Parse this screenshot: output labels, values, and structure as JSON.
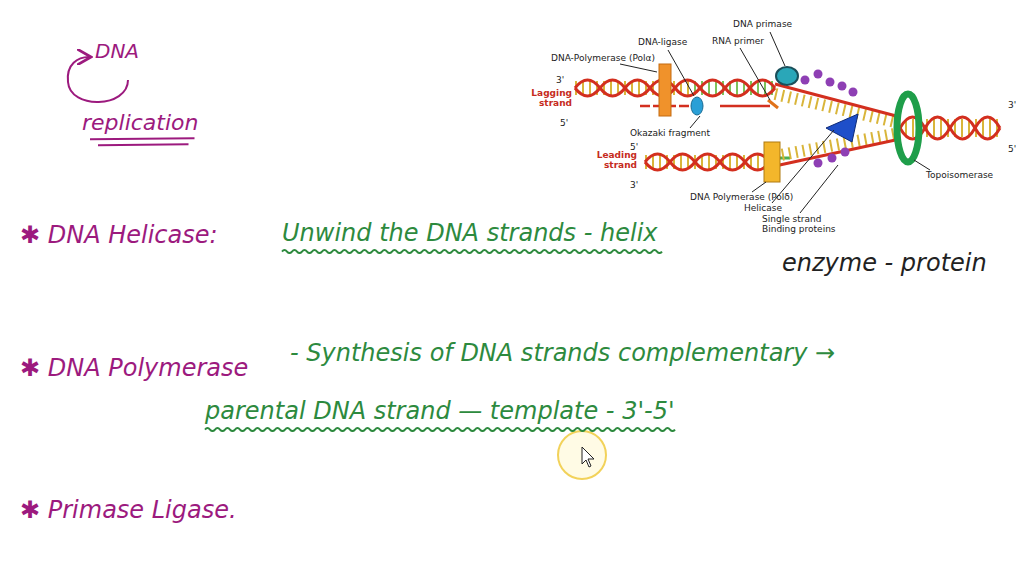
{
  "diagram": {
    "labels": [
      "DNA",
      "replication",
      "DNA primase",
      "DNA-ligase",
      "RNA primer",
      "DNA-Polymerase (Polα)",
      "3'",
      "Lagging strand",
      "5'",
      "Okazaki fragment",
      "5'",
      "Leading strand",
      "3'",
      "3'",
      "5'",
      "Topoisomerase",
      "DNA Polymerase (Polδ)",
      "Helicase",
      "Single strand Binding proteins",
      "✱ DNA Helicase:",
      "Unwind the DNA strands - helix",
      "enzyme - protein",
      "✱ DNA Polymerase",
      "- Synthesis of DNA strands complementary →",
      "parental DNA strand — template - 3'-5'",
      "✱ Primase Ligase."
    ]
  }
}
